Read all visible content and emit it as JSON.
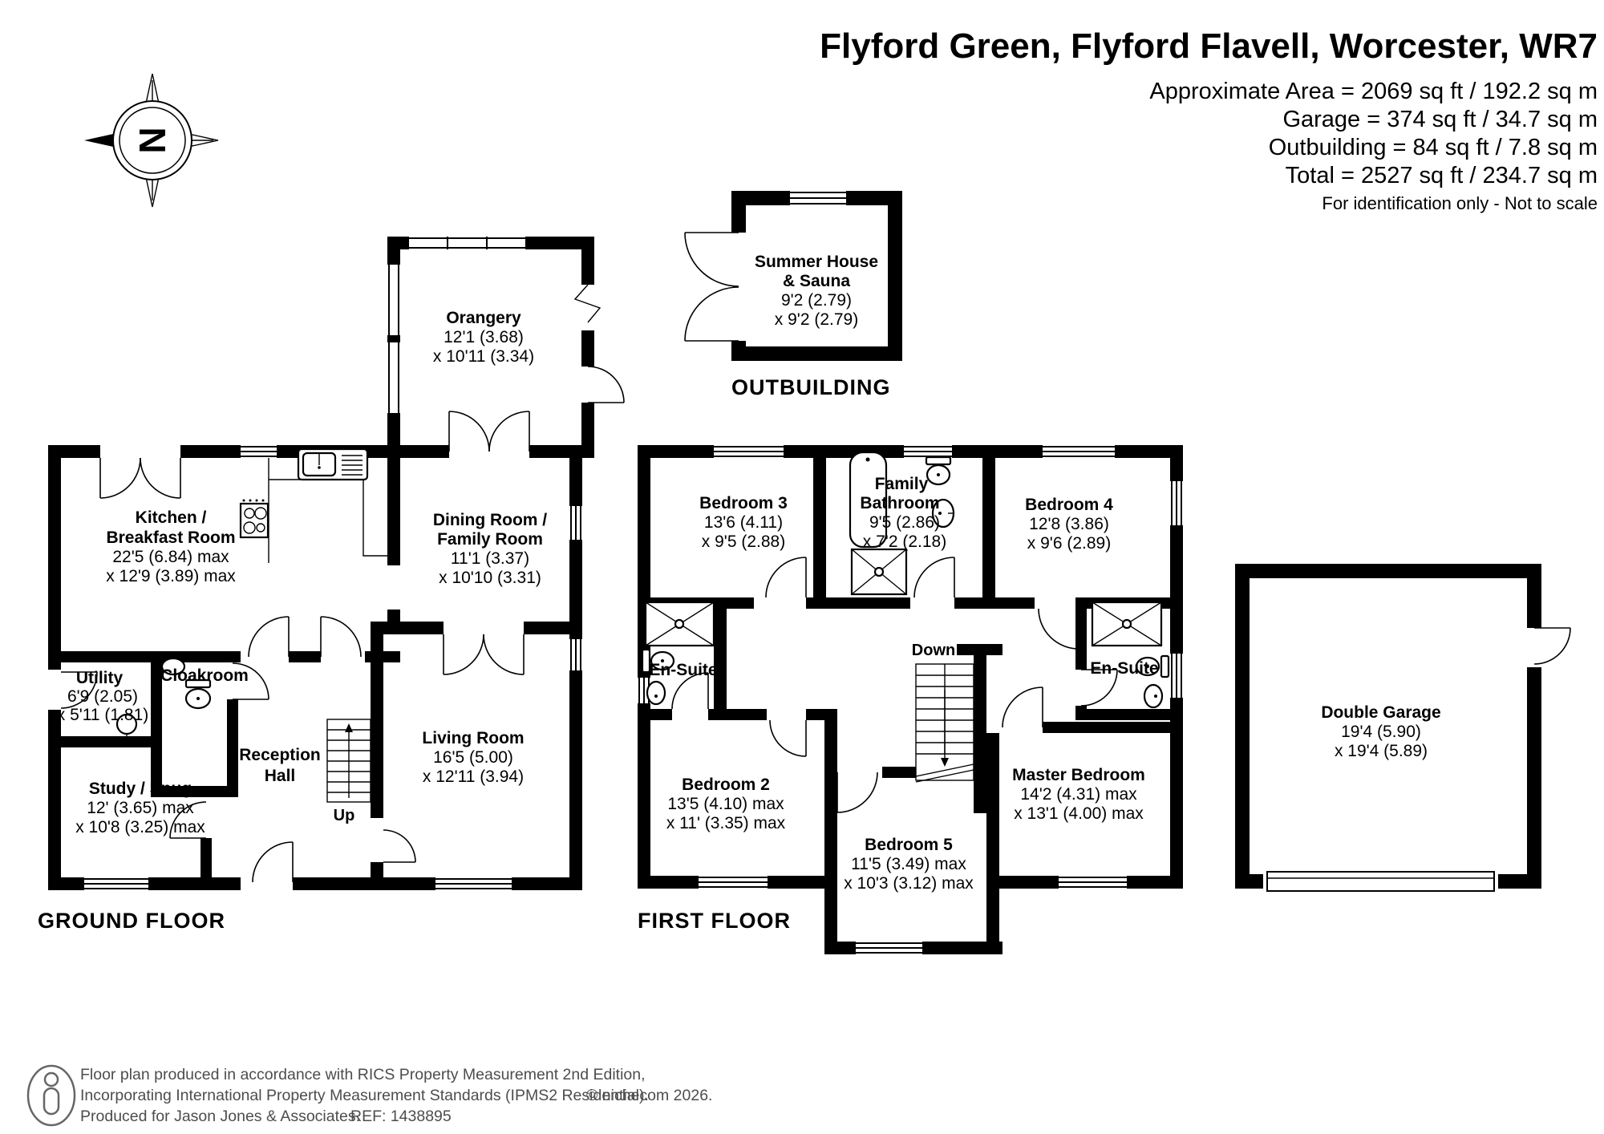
{
  "header": {
    "title": "Flyford Green, Flyford Flavell, Worcester, WR7",
    "area_line1": "Approximate Area = 2069 sq ft / 192.2 sq m",
    "area_line2": "Garage = 374 sq ft / 34.7 sq m",
    "area_line3": "Outbuilding = 84 sq ft / 7.8 sq m",
    "area_line4": "Total = 2527 sq ft / 234.7 sq m",
    "disclaimer": "For identification only - Not to scale"
  },
  "compass": {
    "north": "N"
  },
  "sections": {
    "ground_floor": "GROUND FLOOR",
    "first_floor": "FIRST FLOOR",
    "outbuilding": "OUTBUILDING"
  },
  "rooms": {
    "kitchen": {
      "name1": "Kitchen /",
      "name2": "Breakfast Room",
      "dim1": "22'5 (6.84) max",
      "dim2": "x 12'9 (3.89) max"
    },
    "orangery": {
      "name": "Orangery",
      "dim1": "12'1 (3.68)",
      "dim2": "x 10'11 (3.34)"
    },
    "dining": {
      "name1": "Dining Room /",
      "name2": "Family Room",
      "dim1": "11'1 (3.37)",
      "dim2": "x 10'10 (3.31)"
    },
    "living": {
      "name": "Living Room",
      "dim1": "16'5 (5.00)",
      "dim2": "x 12'11 (3.94)"
    },
    "utility": {
      "name": "Utility",
      "dim1": "6'9 (2.05)",
      "dim2": "x 5'11 (1.81)"
    },
    "cloakroom": {
      "name": "Cloakroom"
    },
    "study": {
      "name": "Study / Snug",
      "dim1": "12' (3.65) max",
      "dim2": "x 10'8 (3.25) max"
    },
    "reception": {
      "name1": "Reception",
      "name2": "Hall"
    },
    "summer_house": {
      "name1": "Summer House",
      "name2": "& Sauna",
      "dim1": "9'2 (2.79)",
      "dim2": "x 9'2 (2.79)"
    },
    "bedroom3": {
      "name": "Bedroom 3",
      "dim1": "13'6 (4.11)",
      "dim2": "x 9'5 (2.88)"
    },
    "family_bathroom": {
      "name1": "Family",
      "name2": "Bathroom",
      "dim1": "9'5 (2.86)",
      "dim2": "x 7'2 (2.18)"
    },
    "bedroom4": {
      "name": "Bedroom 4",
      "dim1": "12'8 (3.86)",
      "dim2": "x 9'6 (2.89)"
    },
    "ensuite_left": {
      "name": "En-Suite"
    },
    "ensuite_right": {
      "name": "En-Suite"
    },
    "bedroom2": {
      "name": "Bedroom 2",
      "dim1": "13'5 (4.10) max",
      "dim2": "x 11' (3.35) max"
    },
    "bedroom5": {
      "name": "Bedroom 5",
      "dim1": "11'5 (3.49) max",
      "dim2": "x 10'3 (3.12) max"
    },
    "master": {
      "name": "Master Bedroom",
      "dim1": "14'2 (4.31) max",
      "dim2": "x 13'1 (4.00) max"
    },
    "garage": {
      "name": "Double Garage",
      "dim1": "19'4 (5.90)",
      "dim2": "x 19'4 (5.89)"
    }
  },
  "stairs": {
    "up": "Up",
    "down": "Down"
  },
  "footer": {
    "line1": "Floor plan produced in accordance with RICS Property Measurement 2nd Edition,",
    "line2": "Incorporating International Property Measurement Standards (IPMS2 Residential).",
    "copyright": "© nichecom 2026.",
    "line3": "Produced for Jason Jones & Associates.",
    "ref": "REF: 1438895"
  },
  "colors": {
    "wall": "#000000",
    "background": "#ffffff",
    "footer_text": "#4d4d4d"
  }
}
